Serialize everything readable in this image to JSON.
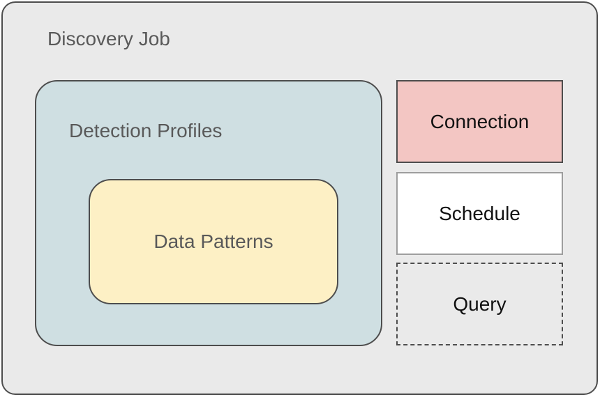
{
  "diagram": {
    "title": "Discovery Job",
    "groups": {
      "detection_profiles": {
        "label": "Detection Profiles",
        "fill": "#cfdfe2"
      },
      "data_patterns": {
        "label": "Data Patterns",
        "fill": "#fdf0c5"
      }
    },
    "nodes": {
      "connection": {
        "label": "Connection",
        "fill": "#f3c6c3",
        "border_style": "solid"
      },
      "schedule": {
        "label": "Schedule",
        "fill": "#ffffff",
        "border_style": "solid"
      },
      "query": {
        "label": "Query",
        "fill": "transparent",
        "border_style": "dashed"
      }
    },
    "colors": {
      "outer_fill": "#eaeaea",
      "border_dark": "#4d4d4d",
      "schedule_border": "#9e9e9e",
      "label_gray": "#595959",
      "label_black": "#111111"
    }
  }
}
